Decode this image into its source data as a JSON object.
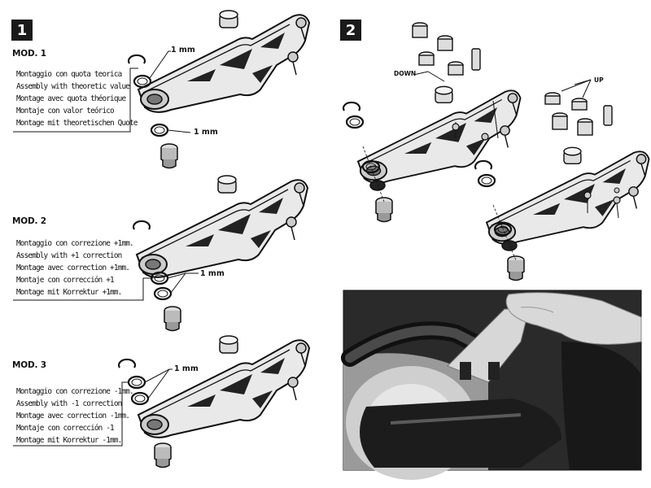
{
  "steps": {
    "step1_label": "1",
    "step2_label": "2"
  },
  "mods": [
    {
      "title": "MOD. 1",
      "lines": [
        "Montaggio con quota teorica",
        "Assembly with theoretic value",
        "Montage avec quota théorique",
        "Montaje con valor teórico",
        "Montage mit theoretischen Quote"
      ],
      "callouts": [
        "1 mm",
        "1 mm"
      ]
    },
    {
      "title": "MOD. 2",
      "lines": [
        "Montaggio con correzione +1mm.",
        "Assembly with +1 correction",
        "Montage avec correction +1mm.",
        "Montaje con corrección +1",
        "Montage mit Korrektur +1mm."
      ],
      "callouts": [
        "1 mm"
      ]
    },
    {
      "title": "MOD. 3",
      "lines": [
        "Montaggio con correzione -1mm.",
        "Assembly with -1 correction",
        "Montage avec correction -1mm.",
        "Montaje con corrección -1",
        "Montage mit Korrektur -1mm."
      ],
      "callouts": [
        "1 mm"
      ]
    }
  ],
  "step2": {
    "down_label": "DOWN",
    "up_label": "UP"
  },
  "photo": {
    "icon": "installation-photo"
  }
}
